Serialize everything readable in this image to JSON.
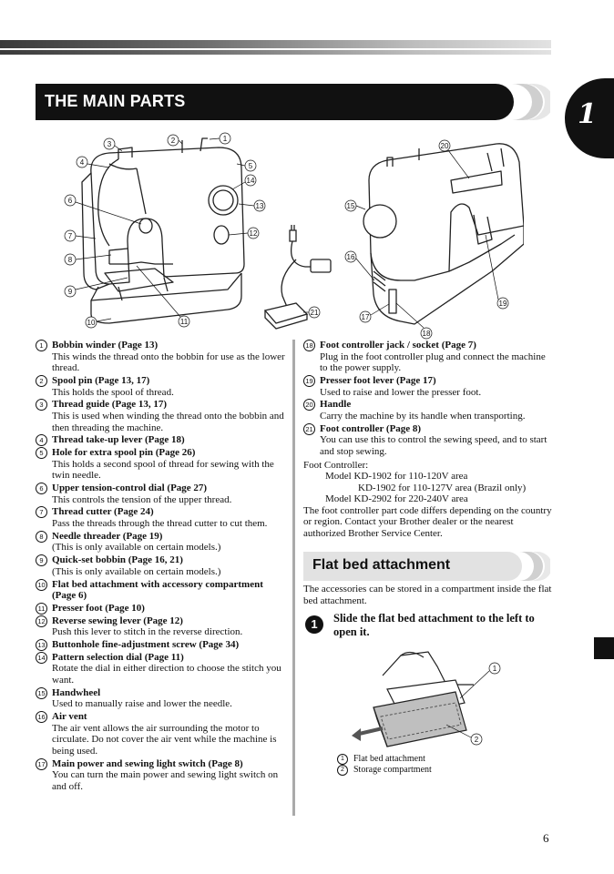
{
  "chapter": "1",
  "main_title": "THE MAIN PARTS",
  "callouts": [
    "1",
    "2",
    "3",
    "4",
    "5",
    "6",
    "7",
    "8",
    "9",
    "10",
    "11",
    "12",
    "13",
    "14",
    "15",
    "16",
    "17",
    "18",
    "19",
    "20",
    "21"
  ],
  "parts_left": [
    {
      "n": "1",
      "title": "Bobbin winder (Page 13)",
      "desc": "This winds the thread onto the bobbin for use as the lower thread."
    },
    {
      "n": "2",
      "title": "Spool pin (Page 13, 17)",
      "desc": "This holds the spool of thread."
    },
    {
      "n": "3",
      "title": "Thread guide (Page 13, 17)",
      "desc": "This is used when winding the thread onto the bobbin and then threading the machine."
    },
    {
      "n": "4",
      "title": "Thread take-up lever (Page 18)",
      "desc": ""
    },
    {
      "n": "5",
      "title": "Hole for extra spool pin (Page 26)",
      "desc": "This holds a second spool of thread for sewing with the twin needle."
    },
    {
      "n": "6",
      "title": "Upper tension-control dial (Page 27)",
      "desc": "This controls the tension of the upper thread."
    },
    {
      "n": "7",
      "title": "Thread cutter (Page 24)",
      "desc": "Pass the threads through the thread cutter to cut them."
    },
    {
      "n": "8",
      "title": "Needle threader (Page 19)",
      "desc": "(This is only available on certain models.)"
    },
    {
      "n": "9",
      "title": "Quick-set bobbin (Page 16, 21)",
      "desc": "(This is only available on certain models.)"
    },
    {
      "n": "10",
      "title": "Flat bed attachment with accessory compartment (Page 6)",
      "desc": ""
    },
    {
      "n": "11",
      "title": "Presser foot (Page 10)",
      "desc": ""
    },
    {
      "n": "12",
      "title": "Reverse sewing lever (Page 12)",
      "desc": "Push this lever to stitch in the reverse direction."
    },
    {
      "n": "13",
      "title": "Buttonhole fine-adjustment screw (Page 34)",
      "desc": ""
    },
    {
      "n": "14",
      "title": "Pattern selection dial (Page 11)",
      "desc": "Rotate the dial in either direction to choose the stitch you want."
    },
    {
      "n": "15",
      "title": "Handwheel",
      "desc": "Used to manually raise and lower the needle."
    },
    {
      "n": "16",
      "title": "Air vent",
      "desc": "The air vent allows the air surrounding the motor to circulate. Do not cover the air vent while the machine is being used."
    },
    {
      "n": "17",
      "title": "Main power and sewing light switch (Page 8)",
      "desc": "You can turn the main power and sewing light switch on and off."
    }
  ],
  "parts_right": [
    {
      "n": "18",
      "title": "Foot controller jack / socket (Page 7)",
      "desc": "Plug in the foot controller plug and connect the machine to the power supply."
    },
    {
      "n": "19",
      "title": "Presser foot lever (Page 17)",
      "desc": "Used to raise and lower the presser foot."
    },
    {
      "n": "20",
      "title": "Handle",
      "desc": "Carry the machine by its handle when transporting."
    },
    {
      "n": "21",
      "title": "Foot controller (Page 8)",
      "desc": "You can use this to control the sewing speed, and to start and stop sewing."
    }
  ],
  "foot_controller": {
    "label": "Foot Controller:",
    "line1": "Model KD-1902 for 110-120V area",
    "line2": "KD-1902 for 110-127V area (Brazil only)",
    "line3": "Model KD-2902 for 220-240V area",
    "note": "The foot controller part code differs depending on the country or region. Contact your Brother dealer or the nearest authorized Brother Service Center."
  },
  "flat_bed": {
    "title": "Flat bed attachment",
    "intro": "The accessories can be stored in a compartment inside the flat bed attachment.",
    "step_number": "1",
    "step_text": "Slide the flat bed attachment to the left to open it.",
    "captions": [
      {
        "n": "1",
        "text": "Flat bed attachment"
      },
      {
        "n": "2",
        "text": "Storage compartment"
      }
    ]
  },
  "page_number": "6"
}
